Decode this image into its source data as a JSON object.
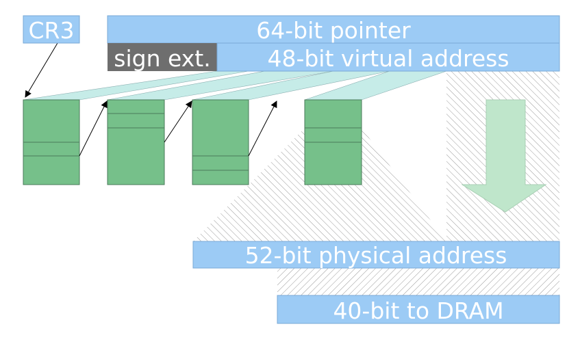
{
  "diagram": {
    "labels": {
      "cr3": "CR3",
      "pointer": "64-bit pointer",
      "sign_ext": "sign ext.",
      "virtual_address": "48-bit virtual address",
      "physical_address": "52-bit physical address",
      "dram": "40-bit to DRAM"
    },
    "page_table_levels": 4,
    "colors": {
      "address_bar": "#9ccbf5",
      "sign_ext_box": "#6e6e6e",
      "page_table": "#76c08a",
      "index_wedge": "#c6ece8",
      "copy_arrow": "#bfe6cb",
      "hatch": "#9a9a9a"
    }
  }
}
